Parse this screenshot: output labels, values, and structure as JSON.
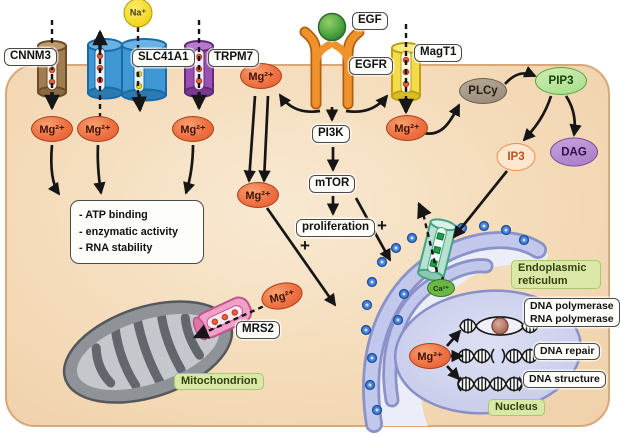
{
  "transporters": {
    "cnnm3": "CNNM3",
    "slc41a1": "SLC41A1",
    "trpm7": "TRPM7",
    "magt1": "MagT1",
    "mrs2": "MRS2"
  },
  "receptor": {
    "egf": "EGF",
    "egfr": "EGFR"
  },
  "ions": {
    "mg": "Mg²⁺",
    "na": "Na⁺",
    "ca": "Ca²⁺"
  },
  "signaling": {
    "plcg": "PLCy",
    "pip3": "PIP3",
    "ip3": "IP3",
    "dag": "DAG",
    "pi3k": "PI3K",
    "mtor": "mTOR",
    "proliferation": "proliferation",
    "plus": "+"
  },
  "functions_box": {
    "line1": "- ATP binding",
    "line2": "- enzymatic activity",
    "line3": "- RNA stability"
  },
  "organelles": {
    "mitochondrion": "Mitochondrion",
    "endoplasmic_reticulum": "Endoplasmic reticulum",
    "nucleus": "Nucleus"
  },
  "nuclear_functions": {
    "dna_polymerase": "DNA polymerase",
    "rna_polymerase": "RNA polymerase",
    "dna_repair": "DNA repair",
    "dna_structure": "DNA structure"
  },
  "colors": {
    "mg_ion": "#e8623a",
    "na_ion": "#f2d825",
    "cnnm3": "#a07c50",
    "slc41a1": "#3f97d3",
    "trpm7": "#9a50b0",
    "magt1": "#f2dc4a",
    "egfr": "#f0922b",
    "egf": "#4aa43c",
    "mrs2": "#f2a0c8",
    "er_channel": "#b7e2d2",
    "plcg": "#a29585",
    "pip3": "#b6e49e",
    "ip3": "#fde7cf",
    "dag": "#b48ccd",
    "cell": "#f4dbb9",
    "er_membrane": "#c2c7ec",
    "nucleus": "#c7cbe9",
    "mitochondrion": "#8f9296",
    "green_label": "#d9e8a6"
  }
}
